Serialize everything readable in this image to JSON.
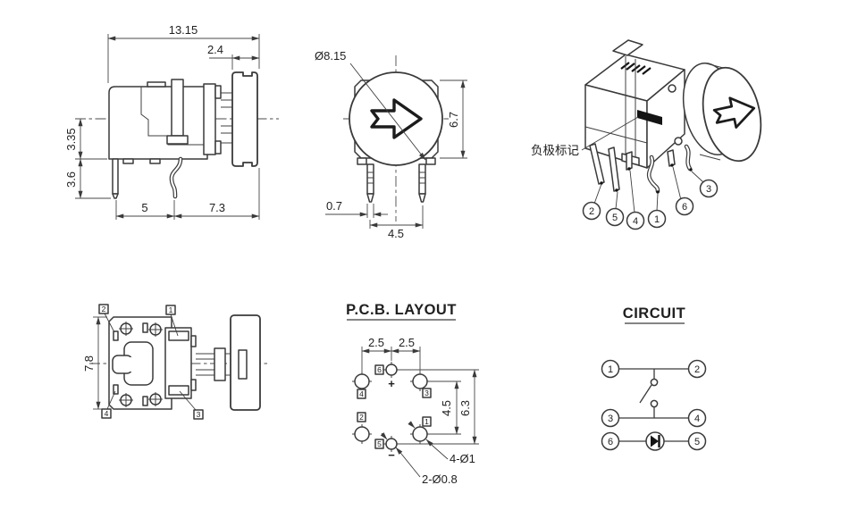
{
  "palette": {
    "line": "#3a3a3a",
    "background": "#ffffff",
    "ink": "#141414"
  },
  "side_view": {
    "total_width": "13.15",
    "cap_width": "2.4",
    "center_height": "3.35",
    "pin_length": "3.6",
    "pin_spacing": "5",
    "cap_offset": "7.3"
  },
  "front_view": {
    "cap_diameter": "Ø8.15",
    "body_height": "6.7",
    "pin_width": "0.7",
    "pin_pitch": "4.5"
  },
  "iso_view": {
    "negative_mark_label": "负极标记",
    "pin_callouts": [
      "2",
      "5",
      "4",
      "1",
      "6",
      "3"
    ]
  },
  "bottom_view": {
    "body_height": "7.8",
    "pad_labels": [
      "2",
      "1",
      "4",
      "3"
    ]
  },
  "pcb_layout": {
    "title": "P.C.B. LAYOUT",
    "pitch_left": "2.5",
    "pitch_right": "2.5",
    "row_spacing": "4.5",
    "total_span": "6.3",
    "plus": "+",
    "minus": "−",
    "large_holes_note": "4-Ø1",
    "small_holes_note": "2-Ø0.8",
    "hole_labels": [
      "6",
      "4",
      "3",
      "2",
      "1",
      "5"
    ]
  },
  "circuit": {
    "title": "CIRCUIT",
    "terminals": [
      "1",
      "2",
      "3",
      "4",
      "6",
      "5"
    ]
  }
}
